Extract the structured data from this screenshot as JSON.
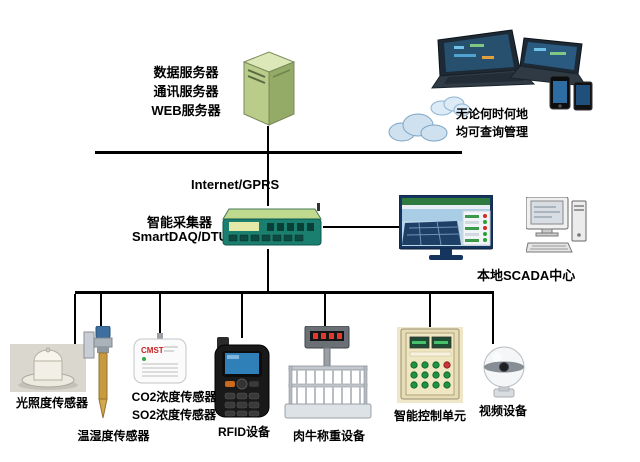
{
  "servers": {
    "labels": [
      "数据服务器",
      "通讯服务器",
      "WEB服务器"
    ]
  },
  "network": {
    "label": "Internet/GPRS"
  },
  "daq": {
    "labels": [
      "智能采集器",
      "SmartDAQ/DTU"
    ]
  },
  "scada": {
    "label": "本地SCADA中心"
  },
  "remote_access": {
    "lines": [
      "无论何时何地",
      "均可查询管理"
    ]
  },
  "devices": [
    {
      "id": "light-sensor",
      "labels": [
        "光照度传感器"
      ]
    },
    {
      "id": "temp-humidity-sensor",
      "labels": [
        "温湿度传感器"
      ]
    },
    {
      "id": "gas-sensor",
      "brand": "CMST",
      "labels": [
        "CO2浓度传感器",
        "SO2浓度传感器"
      ]
    },
    {
      "id": "rfid-device",
      "labels": [
        "RFID设备"
      ]
    },
    {
      "id": "cattle-scale",
      "labels": [
        "肉牛称重设备"
      ]
    },
    {
      "id": "control-unit",
      "labels": [
        "智能控制单元"
      ]
    },
    {
      "id": "video-device",
      "labels": [
        "视频设备"
      ]
    }
  ],
  "colors": {
    "line": "#000000",
    "server_green": "#b9cc8a",
    "daq_teal": "#1b7f70",
    "monitor_frame": "#16355e",
    "cloud_blue": "#cfe0ee"
  }
}
